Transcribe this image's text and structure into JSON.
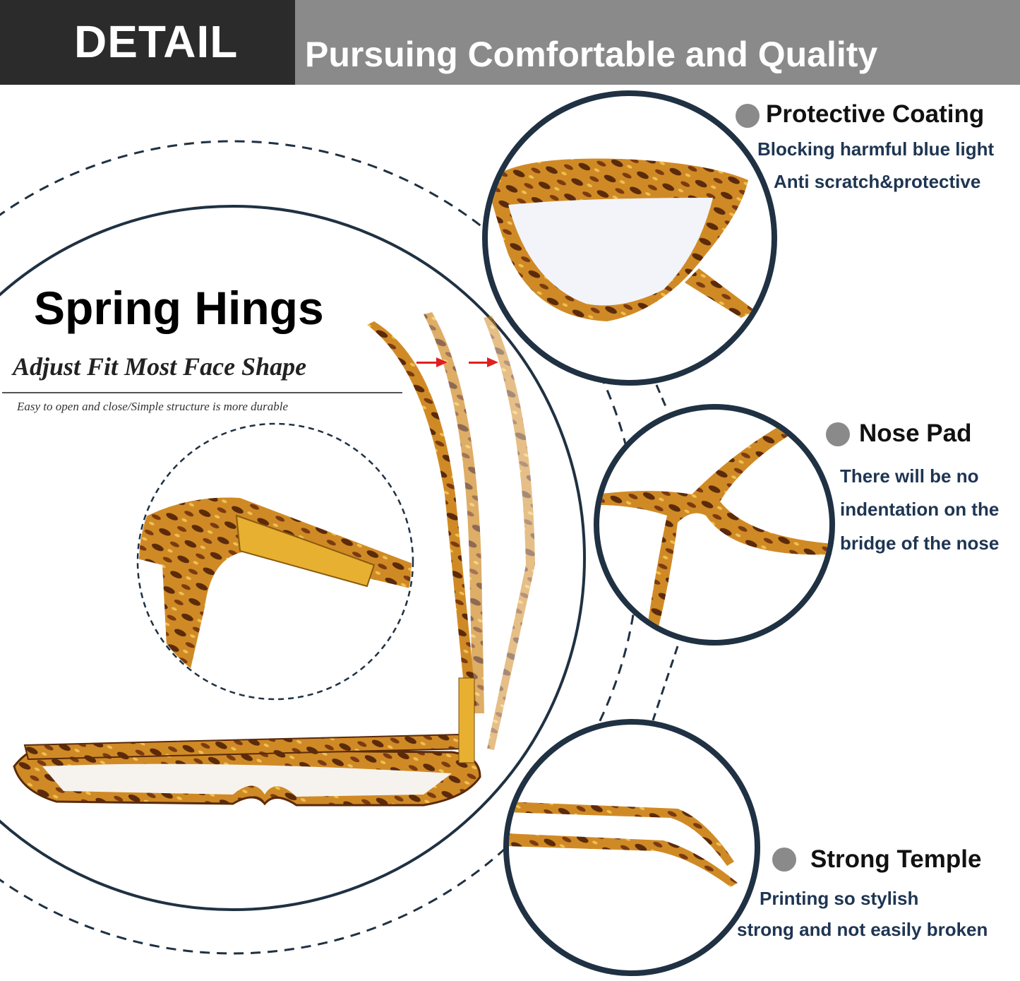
{
  "header": {
    "title": "DETAIL",
    "subtitle": "Pursuing Comfortable and Quality"
  },
  "spring": {
    "title": "Spring Hings",
    "subtitle": "Adjust Fit Most Face Shape",
    "note": "Easy to open and close/Simple structure is more durable"
  },
  "features": [
    {
      "title": "Protective Coating",
      "lines": [
        "Blocking harmful blue light",
        "Anti scratch&protective"
      ]
    },
    {
      "title": "Nose Pad",
      "lines": [
        "There will be no",
        "indentation on the",
        "bridge of the nose"
      ]
    },
    {
      "title": "Strong Temple",
      "lines": [
        "Printing so stylish",
        "strong and not easily broken"
      ]
    }
  ],
  "colors": {
    "ring": "#1f3142",
    "bullet": "#8a8a8a",
    "feature_text": "#1e3552",
    "arrow": "#e02020",
    "tortoise": "#b5651d"
  }
}
